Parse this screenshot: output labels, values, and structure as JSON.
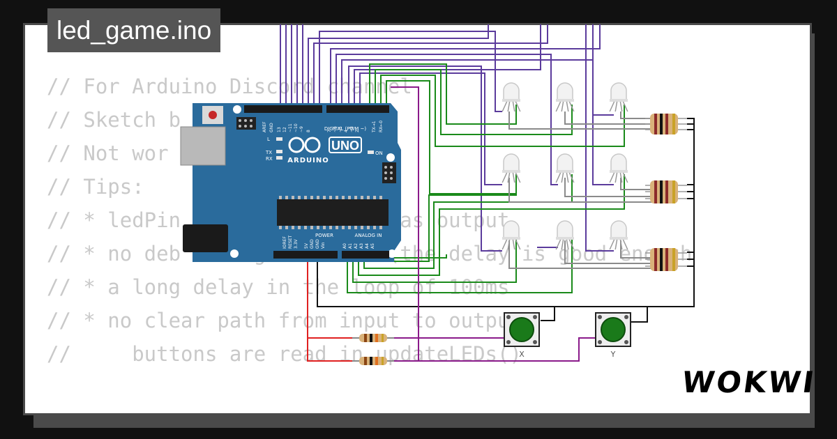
{
  "file_tab": {
    "filename": "led_game.ino"
  },
  "code_lines": [
    "// For Arduino Discord channel",
    "// Sketch b",
    "// Not wor",
    "// Tips:",
    "// * ledPin                  as output",
    "// * no deb      g     tons (the delay is good enough",
    "// * a long delay in the loop of 100ms",
    "// * no clear path from input to output,",
    "//     buttons are read in updateLEDs()"
  ],
  "arduino": {
    "model": "UNO",
    "brand": "ARDUINO",
    "digital_label": "DIGITAL (PWM ~)",
    "power_label": "POWER",
    "analog_label": "ANALOG IN",
    "on_label": "ON",
    "tx_label": "TX",
    "rx_label": "RX",
    "l_label": "L",
    "top_pins": [
      "AREF",
      "GND",
      "13",
      "12",
      "~11",
      "~10",
      "~9",
      "8",
      "7",
      "~6",
      "~5",
      "4",
      "~3",
      "2",
      "TX→1",
      "RX←0"
    ],
    "bottom_pins": [
      "IOREF",
      "RESET",
      "3.3V",
      "5V",
      "GND",
      "GND",
      "Vin",
      "A0",
      "A1",
      "A2",
      "A3",
      "A4",
      "A5"
    ]
  },
  "buttons": {
    "x_label": "X",
    "y_label": "Y"
  },
  "brand": {
    "logo_text": "WOKWI"
  },
  "colors": {
    "board": "#2a6b9c",
    "wire_purple": "#5b3b9c",
    "wire_green": "#1a8a1a",
    "wire_red": "#e02020",
    "wire_magenta": "#8a1a8a",
    "wire_gray": "#8a8a8a"
  }
}
